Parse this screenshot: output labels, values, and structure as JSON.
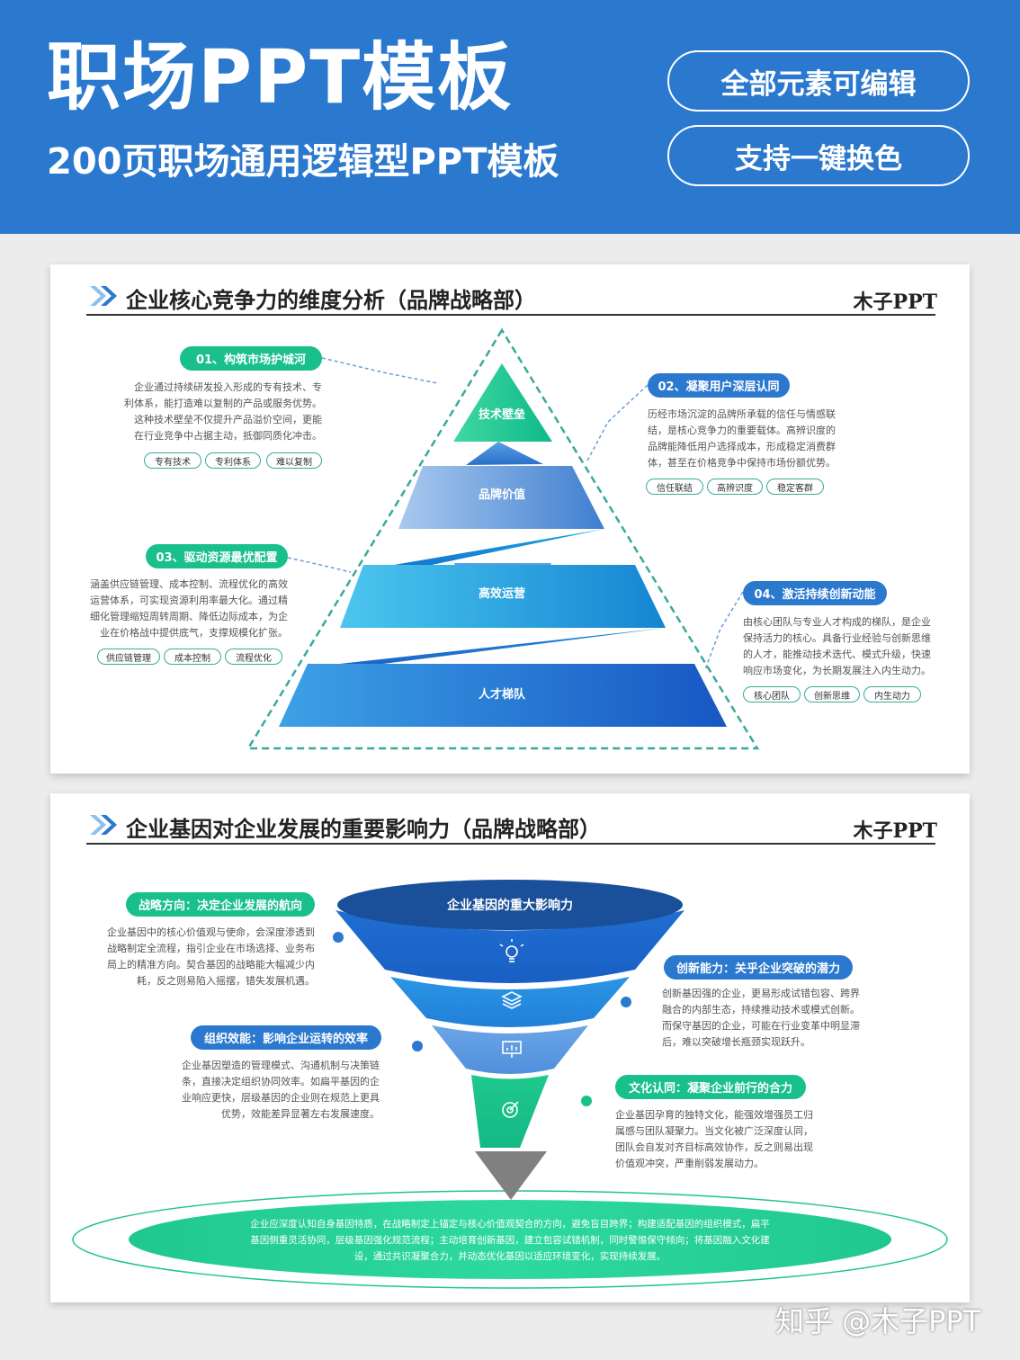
{
  "header": {
    "title": "职场PPT模板",
    "subtitle": "200页职场通用逻辑型PPT模板",
    "badge_edit": "全部元素可编辑",
    "badge_color": "支持一键换色"
  },
  "card1": {
    "title": "企业核心竞争力的维度分析（品牌战略部）",
    "brand": "木子PPT",
    "levels": [
      "技术壁垒",
      "品牌价值",
      "高效运营",
      "人才梯队"
    ],
    "items": [
      {
        "label": "01、构筑市场护城河",
        "lines": [
          "企业通过持续研发投入形成的专有技术、专",
          "利体系，能打造难以复制的产品或服务优势。",
          "这种技术壁垒不仅提升产品溢价空间，更能",
          "在行业竞争中占据主动，抵御同质化冲击。"
        ],
        "keywords": [
          "专有技术",
          "专利体系",
          "难以复制"
        ]
      },
      {
        "label": "02、凝聚用户深层认同",
        "lines": [
          "历经市场沉淀的品牌所承载的信任与情感联",
          "结，是核心竞争力的重要载体。高辨识度的",
          "品牌能降低用户选择成本，形成稳定消费群",
          "体，甚至在价格竞争中保持市场份额优势。"
        ],
        "keywords": [
          "信任联结",
          "高辨识度",
          "稳定客群"
        ]
      },
      {
        "label": "03、驱动资源最优配置",
        "lines": [
          "涵盖供应链管理、成本控制、流程优化的高效",
          "运营体系，可实现资源利用率最大化。通过精",
          "细化管理缩短周转周期、降低边际成本，为企",
          "业在价格战中提供底气，支撑规模化扩张。"
        ],
        "keywords": [
          "供应链管理",
          "成本控制",
          "流程优化"
        ]
      },
      {
        "label": "04、激活持续创新动能",
        "lines": [
          "由核心团队与专业人才构成的梯队，是企业",
          "保持活力的核心。具备行业经验与创新思维",
          "的人才，能推动技术迭代、模式升级，快速",
          "响应市场变化，为长期发展注入内生动力。"
        ],
        "keywords": [
          "核心团队",
          "创新思维",
          "内生动力"
        ]
      }
    ]
  },
  "card2": {
    "title": "企业基因对企业发展的重要影响力（品牌战略部）",
    "brand": "木子PPT",
    "funnel_top": "企业基因的重大影响力",
    "items": [
      {
        "label": "战略方向：决定企业发展的航向",
        "lines": [
          "企业基因中的核心价值观与使命，会深度渗透到",
          "战略制定全流程，指引企业在市场选择、业务布",
          "局上的精准方向。契合基因的战略能大幅减少内",
          "耗，反之则易陷入摇摆，错失发展机遇。"
        ]
      },
      {
        "label": "创新能力：关乎企业突破的潜力",
        "lines": [
          "创新基因强的企业，更易形成试错包容、跨界",
          "融合的内部生态，持续推动技术或模式创新。",
          "而保守基因的企业，可能在行业变革中明显滞",
          "后，难以突破增长瓶颈实现跃升。"
        ]
      },
      {
        "label": "组织效能：影响企业运转的效率",
        "lines": [
          "企业基因塑造的管理模式、沟通机制与决策链",
          "条，直接决定组织协同效率。如扁平基因的企",
          "业响应更快，层级基因的企业则在规范上更具",
          "优势，效能差异显著左右发展速度。"
        ]
      },
      {
        "label": "文化认同：凝聚企业前行的合力",
        "lines": [
          "企业基因孕育的独特文化，能强效增强员工归",
          "属感与团队凝聚力。当文化被广泛深度认同，",
          "团队会自发对齐目标高效协作，反之则易出现",
          "价值观冲突，严重削弱发展动力。"
        ]
      }
    ],
    "bottom_lines": [
      "企业应深度认知自身基因特质，在战略制定上锚定与核心价值观契合的方向，避免盲目跨界；构建适配基因的组织模式，扁平",
      "基因侧重灵活协同，层级基因强化规范流程；主动培育创新基因，建立包容试错机制，同时警惕保守倾向；将基因融入文化建",
      "设，通过共识凝聚合力，并动态优化基因以适应环境变化，实现持续发展。"
    ]
  },
  "watermark": "知乎 @木子PPT",
  "colors": {
    "header_blue": "#2b78cf",
    "accent_green": "#19c08b",
    "accent_blue": "#2b78cf",
    "dark_navy": "#1a4f99"
  }
}
